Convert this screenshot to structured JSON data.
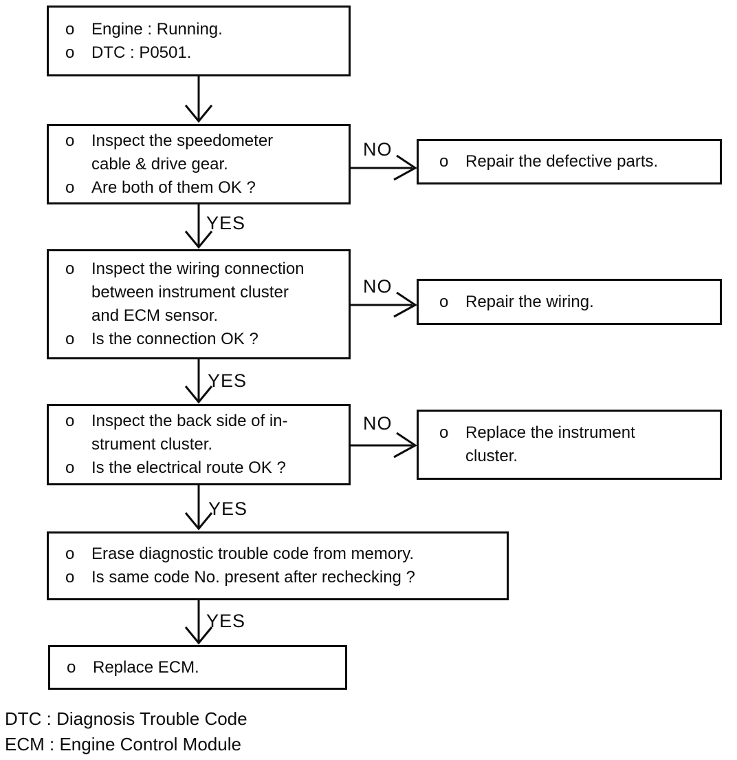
{
  "page": {
    "title": "DTC P0501 diagnostic flowchart",
    "ink_color": "#0c0c0c",
    "background_color": "#ffffff"
  },
  "labels": {
    "yes": "YES",
    "no": "NO"
  },
  "flow": {
    "start": {
      "rows": [
        {
          "bullet": "o",
          "text": "Engine : Running."
        },
        {
          "bullet": "o",
          "text": "DTC : P0501."
        }
      ]
    },
    "step1": {
      "rows": [
        {
          "bullet": "o",
          "text": "Inspect the speedometer"
        },
        {
          "bullet": "",
          "text": "cable & drive gear."
        },
        {
          "bullet": "o",
          "text": "Are both of them OK ?"
        }
      ]
    },
    "step1_no": {
      "rows": [
        {
          "bullet": "o",
          "text": "Repair the defective parts."
        }
      ]
    },
    "step2": {
      "rows": [
        {
          "bullet": "o",
          "text": "Inspect the wiring connection"
        },
        {
          "bullet": "",
          "text": "between instrument cluster"
        },
        {
          "bullet": "",
          "text": "and ECM sensor."
        },
        {
          "bullet": "o",
          "text": "Is the connection OK ?"
        }
      ]
    },
    "step2_no": {
      "rows": [
        {
          "bullet": "o",
          "text": "Repair the wiring."
        }
      ]
    },
    "step3": {
      "rows": [
        {
          "bullet": "o",
          "text": "Inspect the back side of in-"
        },
        {
          "bullet": "",
          "text": "strument cluster."
        },
        {
          "bullet": "o",
          "text": "Is the electrical route OK ?"
        }
      ]
    },
    "step3_no": {
      "rows": [
        {
          "bullet": "o",
          "text": "Replace the instrument"
        },
        {
          "bullet": "",
          "text": "cluster."
        }
      ]
    },
    "step4": {
      "rows": [
        {
          "bullet": "o",
          "text": "Erase diagnostic trouble code from memory."
        },
        {
          "bullet": "o",
          "text": "Is same code No. present after rechecking ?"
        }
      ]
    },
    "end": {
      "rows": [
        {
          "bullet": "o",
          "text": "Replace ECM."
        }
      ]
    }
  },
  "legend": {
    "line1": "DTC : Diagnosis Trouble Code",
    "line2": "ECM : Engine Control Module"
  }
}
